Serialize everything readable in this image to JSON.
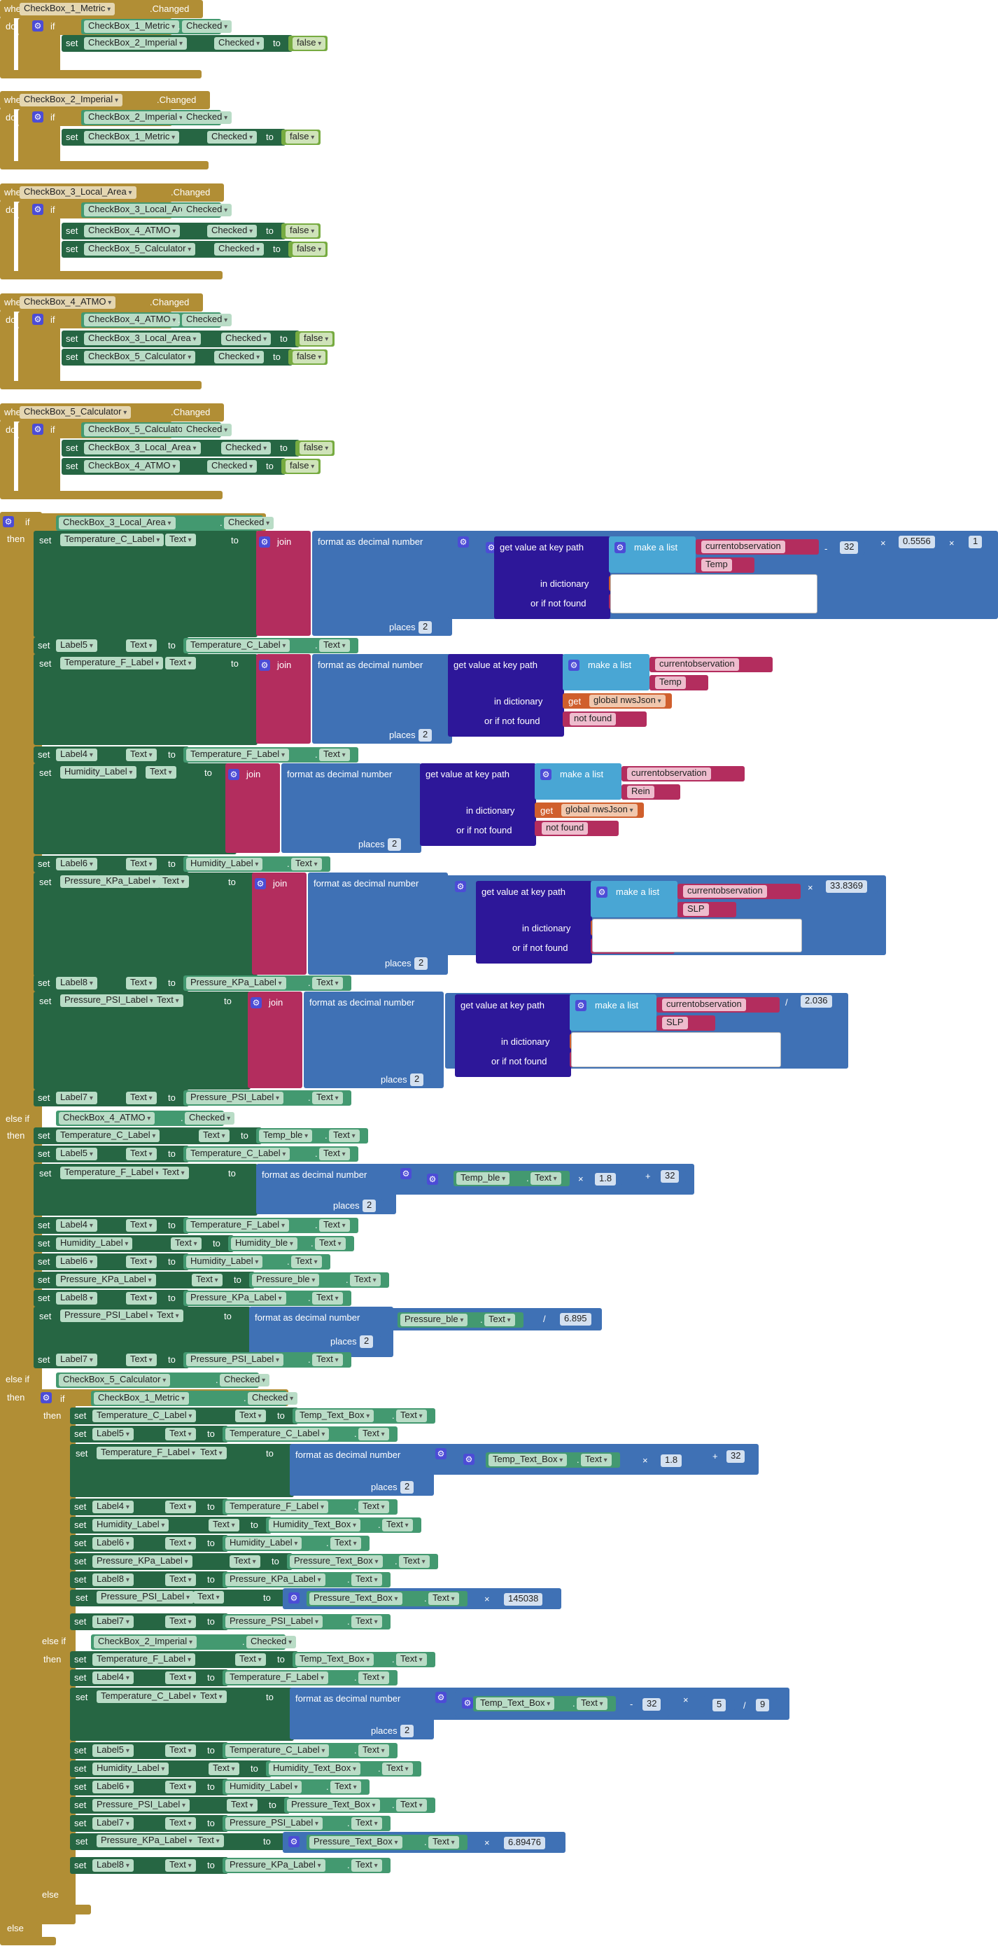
{
  "kw": {
    "when": "when",
    "do": "do",
    "if": "if",
    "then": "then",
    "set": "set",
    "to": "to",
    "else_if": "else if",
    "else": "else",
    "changed": ".Changed",
    "join": "join",
    "format": "format as decimal number",
    "places": "places",
    "get_value": "get value at key path",
    "in_dict": "in dictionary",
    "not_found_lbl": "or if not found",
    "make_list": "make a list",
    "get": "get",
    "dot": "."
  },
  "comp": {
    "cb1": "CheckBox_1_Metric",
    "cb2": "CheckBox_2_Imperial",
    "cb3": "CheckBox_3_Local_Area",
    "cb4": "CheckBox_4_ATMO",
    "cb5": "CheckBox_5_Calculator",
    "tc": "Temperature_C_Label",
    "tf": "Temperature_F_Label",
    "hum": "Humidity_Label",
    "pk": "Pressure_KPa_Label",
    "pp": "Pressure_PSI_Label",
    "l4": "Label4",
    "l5": "Label5",
    "l6": "Label6",
    "l7": "Label7",
    "l8": "Label8",
    "tble": "Temp_ble",
    "hble": "Humidity_ble",
    "pble": "Pressure_ble",
    "ttb": "Temp_Text_Box",
    "htb": "Humidity_Text_Box",
    "ptb": "Pressure_Text_Box"
  },
  "prop": {
    "checked": "Checked",
    "text": "Text"
  },
  "vals": {
    "false": "false",
    "nws": "global nwsJson",
    "co": "currentobservation",
    "temp": "Temp",
    "rein": "Rein",
    "slp": "SLP",
    "nf": "not found",
    "n32": "32",
    "n05556": "0.5556",
    "n1": "1",
    "n2": "2",
    "n338369": "33.8369",
    "n2036": "2.036",
    "n18": "1.8",
    "n6895": "6.895",
    "n145038": "145038",
    "n5": "5",
    "n9": "9",
    "n689476": "6.89476"
  },
  "ops": {
    "minus": "-",
    "times": "×",
    "div": "/",
    "plus": "+"
  }
}
